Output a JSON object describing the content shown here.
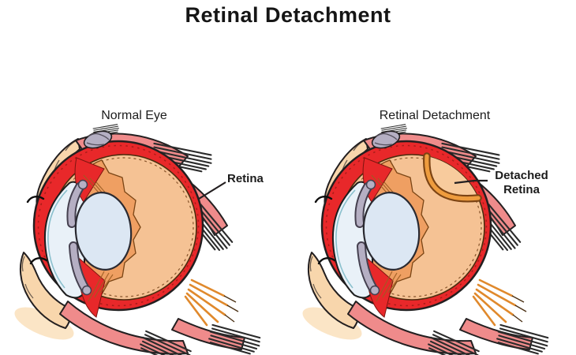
{
  "title": "Retinal Detachment",
  "panels": [
    {
      "id": "normal",
      "label": "Normal Eye",
      "annotation": "Retina"
    },
    {
      "id": "detached",
      "label": "Retinal Detachment",
      "annotation": "Detached Retina"
    }
  ],
  "palette": {
    "sclera_red": "#e8282a",
    "muscle_pink": "#ef8b8b",
    "interior_peach": "#f5c294",
    "crescent_orange": "#ef9f62",
    "detached_band_orange": "#ee9c3e",
    "lens_blue": "#dce7f3",
    "cornea_blue": "#e9f1f8",
    "iris_gray": "#b5afc3",
    "skin_peach": "#f8d6ac",
    "outline_dark": "#231f20",
    "hatch_dark": "#2b2b2b",
    "text_color": "#1b1b1b"
  }
}
